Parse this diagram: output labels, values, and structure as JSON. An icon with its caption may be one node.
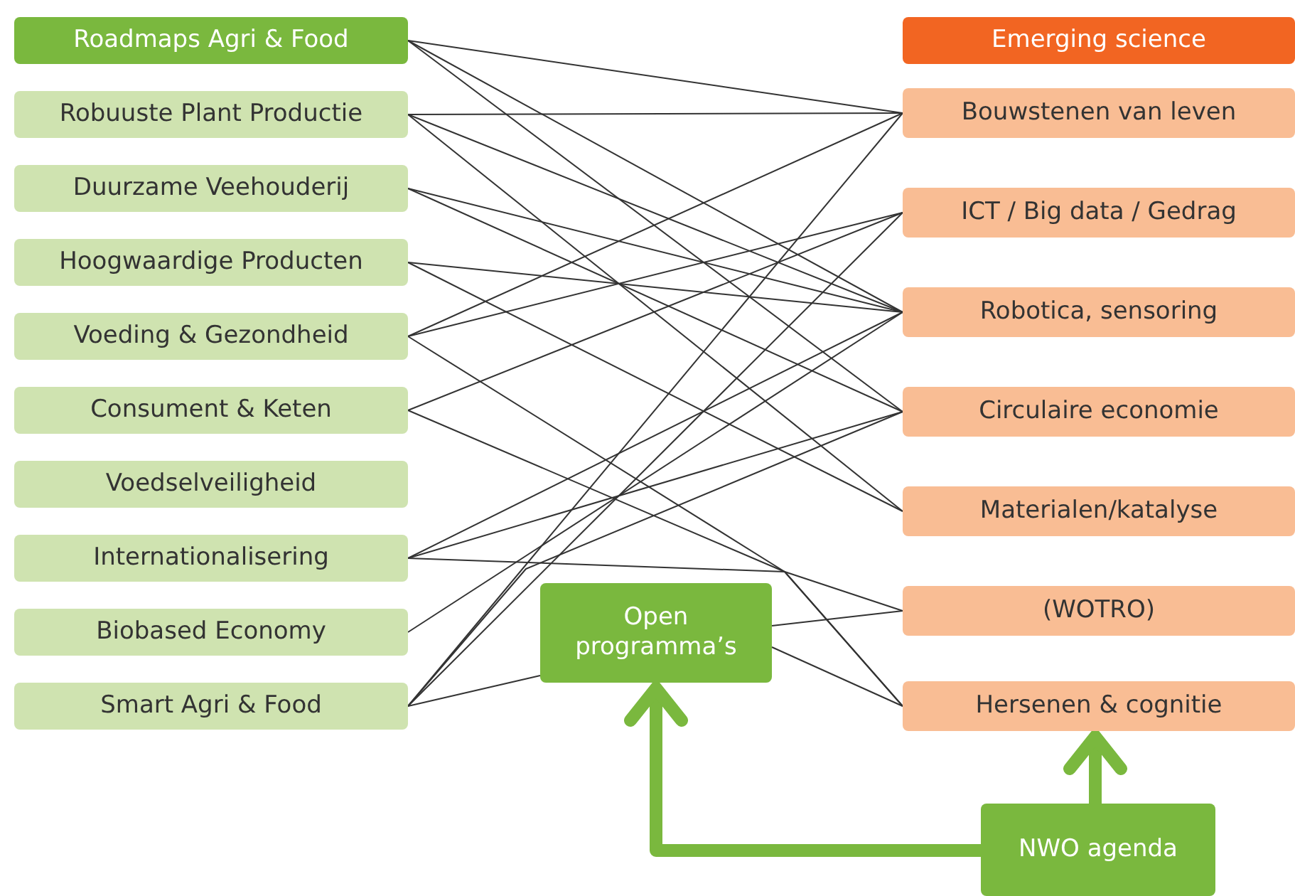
{
  "diagram": {
    "nodes": [
      {
        "text": [
          "Roadmaps Agri & Food"
        ]
      },
      {
        "text": [
          "Robuuste Plant Productie"
        ]
      },
      {
        "text": [
          "Duurzame Veehouderij"
        ]
      },
      {
        "text": [
          "Hoogwaardige Producten"
        ]
      },
      {
        "text": [
          "Voeding & Gezondheid"
        ]
      },
      {
        "text": [
          "Consument & Keten"
        ]
      },
      {
        "text": [
          "Voedselveiligheid"
        ]
      },
      {
        "text": [
          "Internationalisering"
        ]
      },
      {
        "text": [
          "Biobased Economy"
        ]
      },
      {
        "text": [
          "Smart Agri & Food"
        ]
      },
      {
        "text": [
          "Emerging science"
        ]
      },
      {
        "text": [
          "Bouwstenen van leven"
        ]
      },
      {
        "text": [
          "ICT / Big data / Gedrag"
        ]
      },
      {
        "text": [
          "Robotica, sensoring"
        ]
      },
      {
        "text": [
          "Circulaire economie"
        ]
      },
      {
        "text": [
          "Materialen/katalyse"
        ]
      },
      {
        "text": [
          "(WOTRO)"
        ]
      },
      {
        "text": [
          "Hersenen & cognitie"
        ]
      },
      {
        "text": [
          "Open programma’s"
        ]
      },
      {
        "text": [
          "NWO agenda"
        ]
      }
    ],
    "edges": [
      {
        "from": 0,
        "to": 11,
        "arrow": "none"
      },
      {
        "from": 0,
        "to": 13,
        "arrow": "none"
      },
      {
        "from": 0,
        "to": 14,
        "arrow": "none"
      },
      {
        "from": 1,
        "to": 11,
        "arrow": "none"
      },
      {
        "from": 1,
        "to": 13,
        "arrow": "none"
      },
      {
        "from": 1,
        "to": 15,
        "arrow": "none"
      },
      {
        "from": 2,
        "to": 13,
        "arrow": "none"
      },
      {
        "from": 2,
        "to": 14,
        "arrow": "none"
      },
      {
        "from": 3,
        "to": 13,
        "arrow": "none"
      },
      {
        "from": 3,
        "to": 15,
        "arrow": "none"
      },
      {
        "from": 4,
        "to": 11,
        "arrow": "none"
      },
      {
        "from": 4,
        "to": 12,
        "arrow": "none"
      },
      {
        "from": 4,
        "to": 17,
        "arrow": "none"
      },
      {
        "from": 5,
        "to": 12,
        "arrow": "none"
      },
      {
        "from": 5,
        "to": 17,
        "arrow": "none"
      },
      {
        "from": 7,
        "to": 13,
        "arrow": "none"
      },
      {
        "from": 7,
        "to": 14,
        "arrow": "none"
      },
      {
        "from": 7,
        "to": 16,
        "arrow": "none"
      },
      {
        "from": 8,
        "to": 13,
        "arrow": "none"
      },
      {
        "from": 9,
        "to": 11,
        "arrow": "none"
      },
      {
        "from": 9,
        "to": 12,
        "arrow": "none"
      },
      {
        "from": 9,
        "to": 14,
        "arrow": "none"
      },
      {
        "from": 9,
        "to": 18,
        "arrow": "none"
      },
      {
        "from": 18,
        "to": 16,
        "arrow": "none"
      },
      {
        "from": 18,
        "to": 17,
        "arrow": "none"
      },
      {
        "from": 19,
        "to": 18,
        "arrow": "to",
        "style": "thick",
        "color": "#7ab83e"
      },
      {
        "from": 19,
        "to": 17,
        "arrow": "to",
        "style": "thick",
        "color": "#7ab83e"
      }
    ]
  }
}
